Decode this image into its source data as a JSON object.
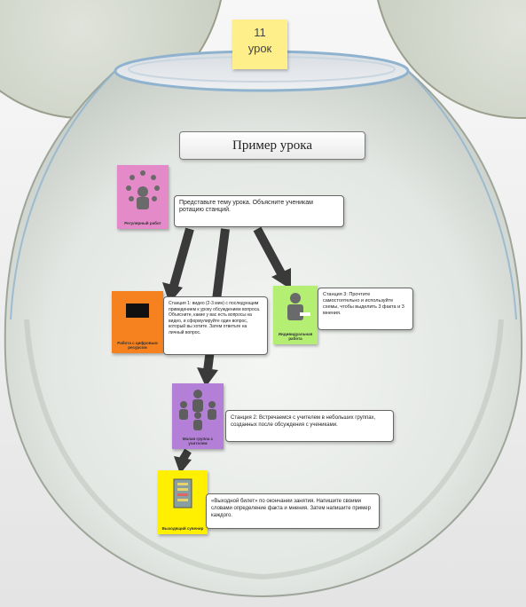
{
  "lesson_tag": {
    "number": "11",
    "word": "урок"
  },
  "title": "Пример урока",
  "tiles": {
    "intro": {
      "caption": "Регулярный работ",
      "color": "#e48ac9"
    },
    "station1": {
      "caption": "Работа с цифровым ресурсом",
      "color": "#f5821f"
    },
    "station3": {
      "caption": "Индивидуальная работа",
      "color": "#b4ef73"
    },
    "station2": {
      "caption": "Малая группа с учителем",
      "color": "#b47fd6"
    },
    "exit": {
      "caption": "Выходящий сувенир",
      "color": "#ffef00"
    }
  },
  "notes": {
    "intro": "Представьте тему урока. Объясните ученикам ротацию станций.",
    "station1": "Станция 1: видео (2-3 мин) с последующим приведением к уроку обсуждением вопроса. Объясните, какие у вас есть вопросы на видео, и сформулируйте один вопрос, который вы хотите. Затем ответьте на личный вопрос.",
    "station3": "Станция 3: Прочтите самостоятельно и используйте схемы, чтобы выделить 3 факта и 3 мнения.",
    "station2": "Станция 2: Встречаемся с учителем в небольших группах, созданных после обсуждения с учениками.",
    "exit": "«Выходной билет» по окончании занятия. Напишите своими словами определение факта и мнения. Затем напишите пример каждого."
  },
  "colors": {
    "arrow": "#3a3a3a",
    "jar_rim": "#8fb3cf"
  }
}
